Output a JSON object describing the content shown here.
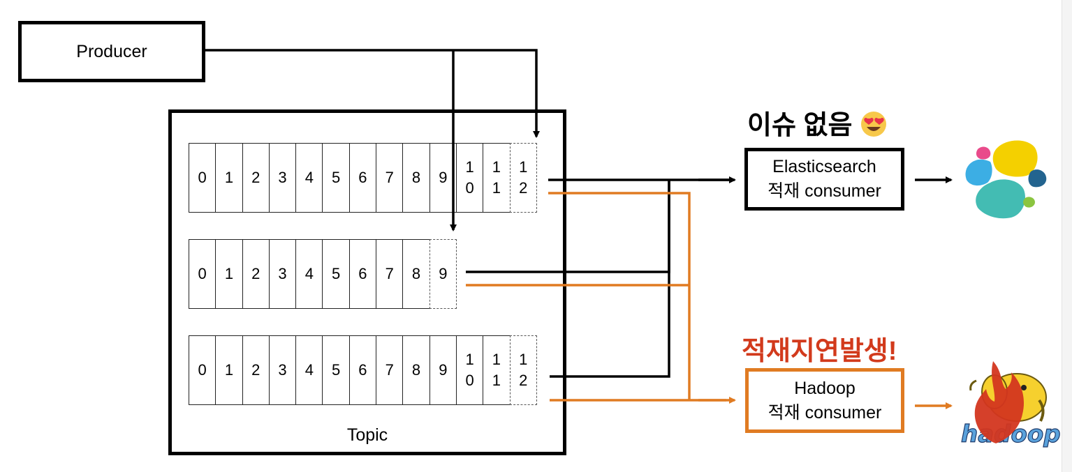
{
  "producer": {
    "label": "Producer"
  },
  "topic": {
    "label": "Topic",
    "partitions": [
      {
        "offsets": [
          "0",
          "1",
          "2",
          "3",
          "4",
          "5",
          "6",
          "7",
          "8",
          "9",
          "10",
          "11",
          "12"
        ],
        "latest": "12"
      },
      {
        "offsets": [
          "0",
          "1",
          "2",
          "3",
          "4",
          "5",
          "6",
          "7",
          "8",
          "9"
        ],
        "latest": "9"
      },
      {
        "offsets": [
          "0",
          "1",
          "2",
          "3",
          "4",
          "5",
          "6",
          "7",
          "8",
          "9",
          "10",
          "11",
          "12"
        ],
        "latest": "12"
      }
    ]
  },
  "elasticsearch": {
    "status": "이슈 없음",
    "status_icon": "heart-eyes-emoji",
    "consumer_line1": "Elasticsearch",
    "consumer_line2": "적재 consumer",
    "logo": "elasticsearch-logo",
    "color": "#000000"
  },
  "hadoop": {
    "status": "적재지연발생!",
    "status_color": "#d23a1c",
    "consumer_line1": "Hadoop",
    "consumer_line2": "적재 consumer",
    "logo": "hadoop-logo",
    "logo_text": "hadoop",
    "color": "#e07b22"
  }
}
